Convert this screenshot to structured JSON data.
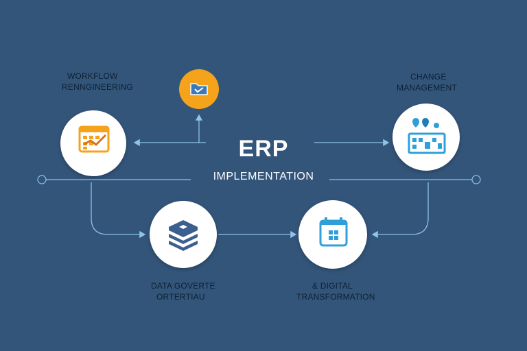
{
  "center": {
    "title": "ERP",
    "subtitle": "IMPLEMENTATION"
  },
  "nodes": {
    "workflow": {
      "line1": "WORKFLOW",
      "line2": "RENNGINEERING",
      "icon": "calendar-chart-icon"
    },
    "change": {
      "line1": "CHANGE",
      "line2": "MANAGEMENT",
      "icon": "people-board-icon"
    },
    "data": {
      "line1": "DATA GOVERTE",
      "line2": "ORTERTIAU",
      "icon": "layers-stack-icon"
    },
    "digital": {
      "line1": "& DIGITAL",
      "line2": "TRANSFORMATION",
      "icon": "calendar-grid-icon"
    },
    "badge": {
      "icon": "folder-check-icon"
    }
  },
  "colors": {
    "background": "#33557a",
    "connector": "#8fc3e8",
    "badge": "#f5a31a",
    "icon_orange": "#f7a21b",
    "icon_blue": "#2f9fd8",
    "icon_navy": "#3b5f8e"
  }
}
